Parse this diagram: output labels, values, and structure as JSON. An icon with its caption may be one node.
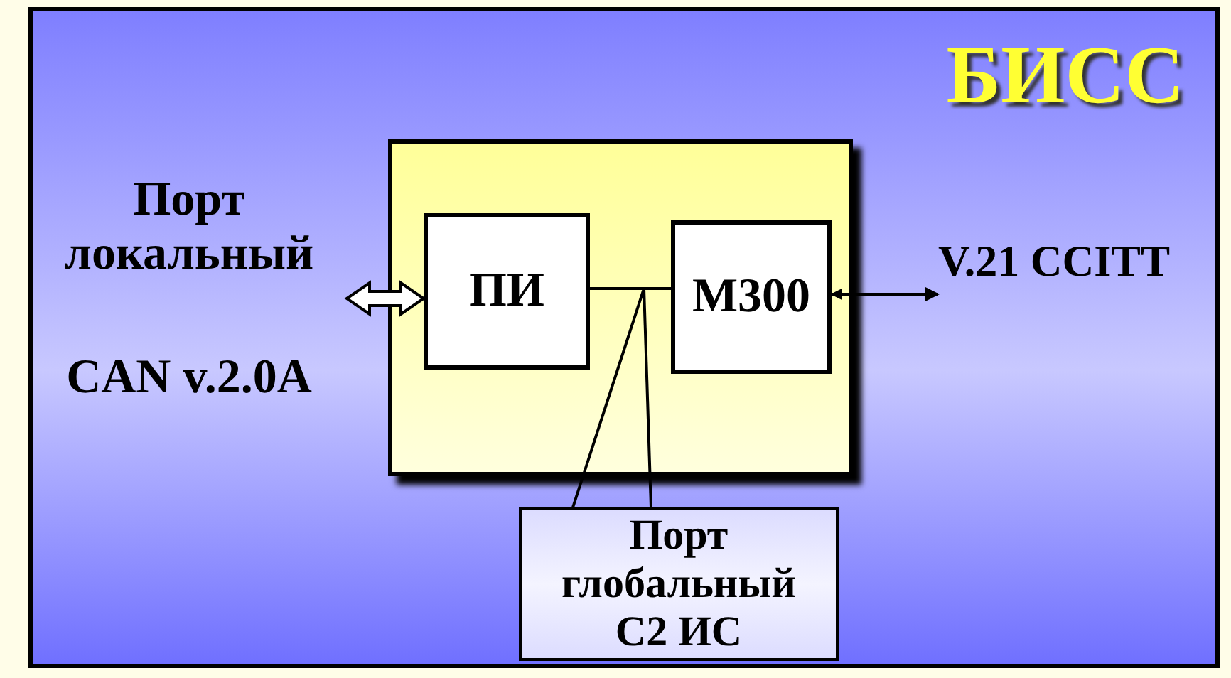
{
  "diagram": {
    "nodes": [
      {
        "text": [
          "БИСС"
        ]
      },
      {
        "text": [],
        "shape": "box",
        "in": 0
      },
      {
        "text": [
          "ПИ"
        ],
        "in": 1
      },
      {
        "text": [
          "М300"
        ],
        "in": 1
      },
      {
        "text": [
          "Порт локальный",
          "CAN v.2.0A"
        ],
        "in": 0
      },
      {
        "text": [
          "V.21 CCITT"
        ],
        "in": 0
      },
      {
        "text": [
          "Порт глобальный С2 ИС"
        ],
        "in": 0
      }
    ],
    "edges": [
      {
        "from": 4,
        "to": 2,
        "arrow": "both",
        "style": "thick"
      },
      {
        "from": 2,
        "to": 3,
        "arrow": "none"
      },
      {
        "from": 3,
        "to": 5,
        "arrow": "both"
      },
      {
        "from": 6,
        "to": null,
        "arrow": "none"
      },
      {
        "from": 6,
        "to": null,
        "arrow": "none"
      }
    ]
  }
}
